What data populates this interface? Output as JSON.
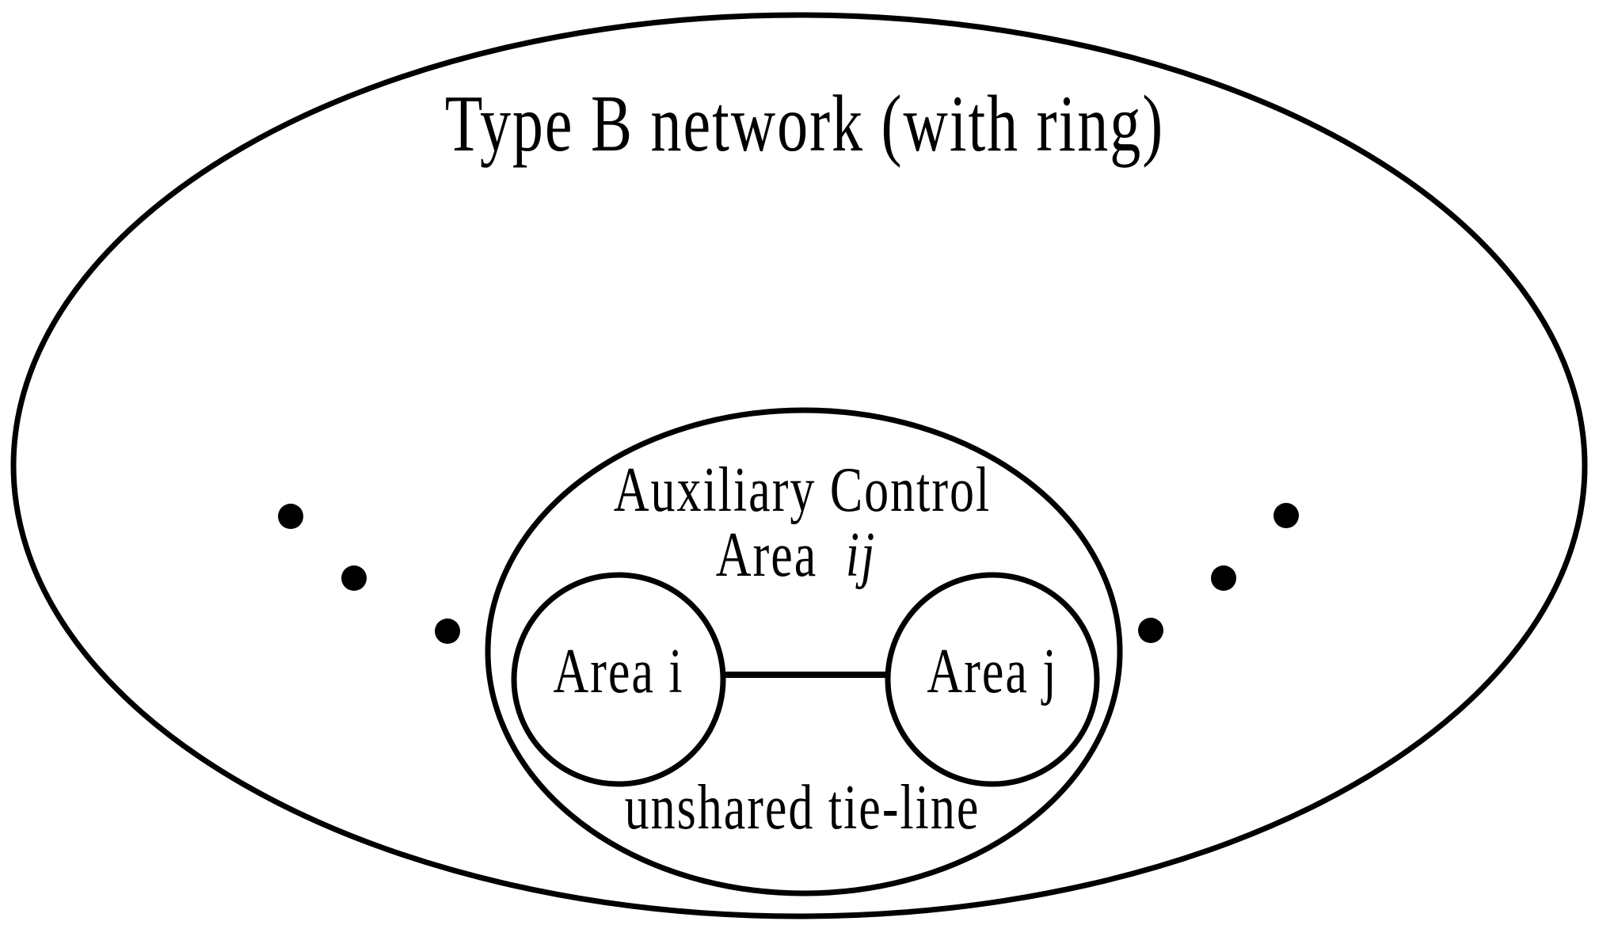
{
  "diagram": {
    "background_color": "#ffffff",
    "line_color": "#000000",
    "outer_network": {
      "title": "Type B network (with ring)"
    },
    "auxiliary_area": {
      "label_line1": "Auxiliary Control",
      "label_line2_prefix": "Area",
      "label_line2_italic": "ij"
    },
    "area_i": {
      "label": "Area i"
    },
    "area_j": {
      "label": "Area j"
    },
    "tie_line": {
      "label": "unshared tie-line"
    },
    "ellipsis_dots": {
      "left_count": 3,
      "right_count": 3
    }
  }
}
